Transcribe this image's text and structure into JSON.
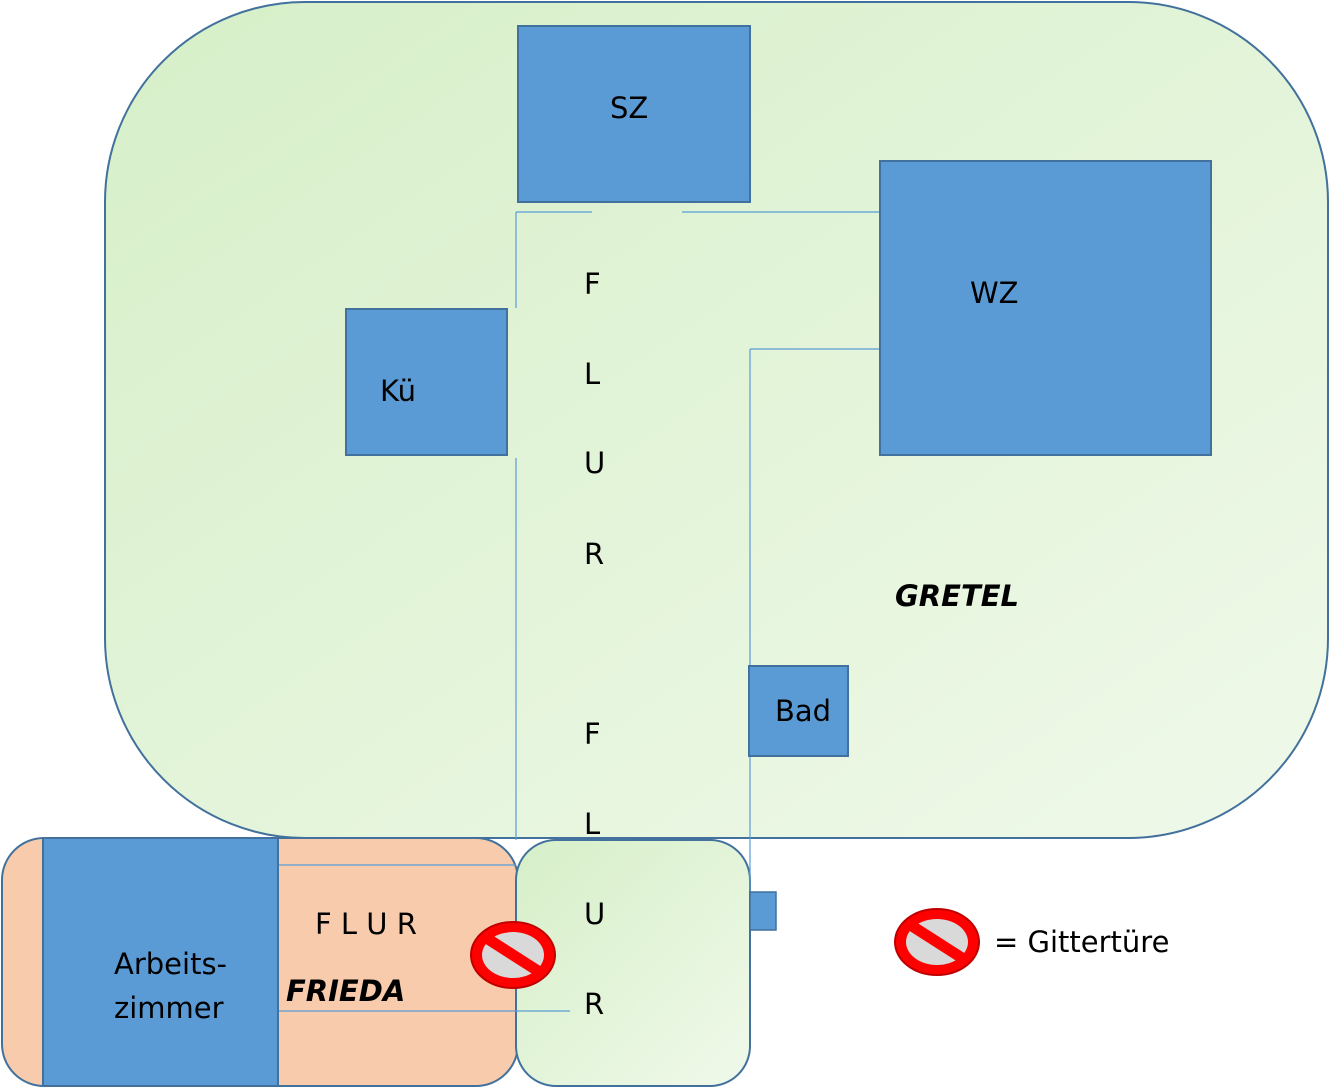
{
  "colors": {
    "gretel_zone": "#e2f4d8",
    "frieda_zone": "#f7cbab",
    "room": "#5b9bd5",
    "outline": "#41719c",
    "no_sign": "#ff0000"
  },
  "rooms": {
    "sz": "SZ",
    "wz": "WZ",
    "kueche": "Kü",
    "bad": "Bad",
    "arbeitszimmer_line1": "Arbeits-",
    "arbeitszimmer_line2": "zimmer"
  },
  "zones": {
    "gretel": "GRETEL",
    "frieda": "FRIEDA"
  },
  "hallway": {
    "upper": [
      "F",
      "L",
      "U",
      "R"
    ],
    "lower": [
      "F",
      "L",
      "U",
      "R"
    ],
    "frieda": "F L U R"
  },
  "legend": {
    "icon": "no-entry-sign-icon",
    "text": "= Gittertüre"
  }
}
